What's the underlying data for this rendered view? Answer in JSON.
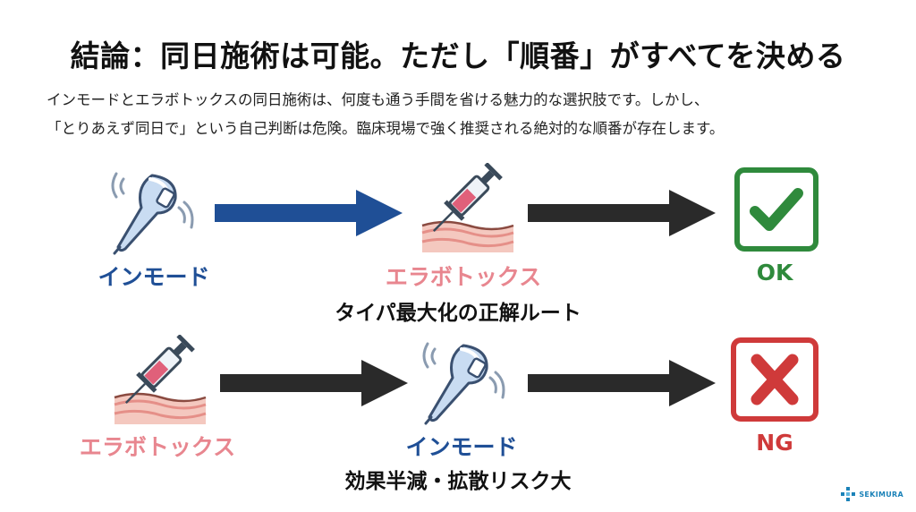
{
  "slide": {
    "title": "結論：同日施術は可能。ただし「順番」がすべてを決める",
    "intro_line1": "インモードとエラボトックスの同日施術は、何度も通う手間を省ける魅力的な選択肢です。しかし、",
    "intro_line2": "「とりあえず同日で」という自己判断は危険。臨床現場で強く推奨される絶対的な順番が存在します。"
  },
  "flow_correct": {
    "step1_label": "インモード",
    "step2_label": "エラボトックス",
    "result_label": "OK",
    "caption": "タイパ最大化の正解ルート",
    "step1_icon": "inmode-handpiece-icon",
    "step2_icon": "syringe-injection-icon",
    "result_icon": "checkmark-icon"
  },
  "flow_wrong": {
    "step1_label": "エラボトックス",
    "step2_label": "インモード",
    "result_label": "NG",
    "caption": "効果半減・拡散リスク大",
    "step1_icon": "syringe-injection-icon",
    "step2_icon": "inmode-handpiece-icon",
    "result_icon": "cross-icon"
  },
  "colors": {
    "inmode_blue": "#1f4f96",
    "botox_pink": "#e8868f",
    "ok_green": "#2f8a3c",
    "ng_red": "#cf3a3a",
    "arrow_dark": "#2a2a2a"
  },
  "logo": {
    "text": "SEKIMURA"
  }
}
